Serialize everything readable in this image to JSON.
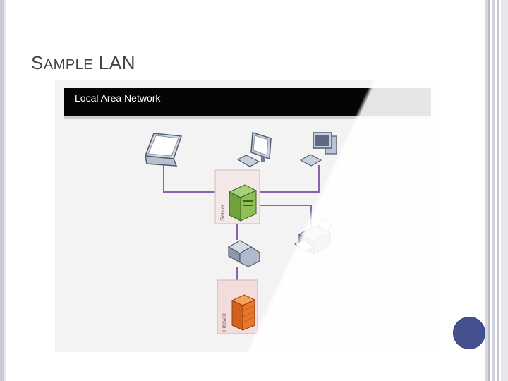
{
  "slide": {
    "title_first_letter": "S",
    "title_rest_of_first_word": "AMPLE",
    "title_second_word": "LAN"
  },
  "diagram": {
    "header": "Local Area Network",
    "server_label": "Server",
    "firewall_label": "Firewall",
    "nodes": [
      "laptop-icon",
      "monitor-workstation-icon",
      "desktop-computer-icon",
      "server-tower-icon",
      "printer-icon",
      "router-icon",
      "firewall-icon"
    ],
    "colors": {
      "link": "#8a64a8",
      "server_box": "#f3e9e9",
      "server": "#7fb24b",
      "firewall": "#e9762a",
      "header_bg": "#050505",
      "nav_circle": "#45508f"
    }
  }
}
